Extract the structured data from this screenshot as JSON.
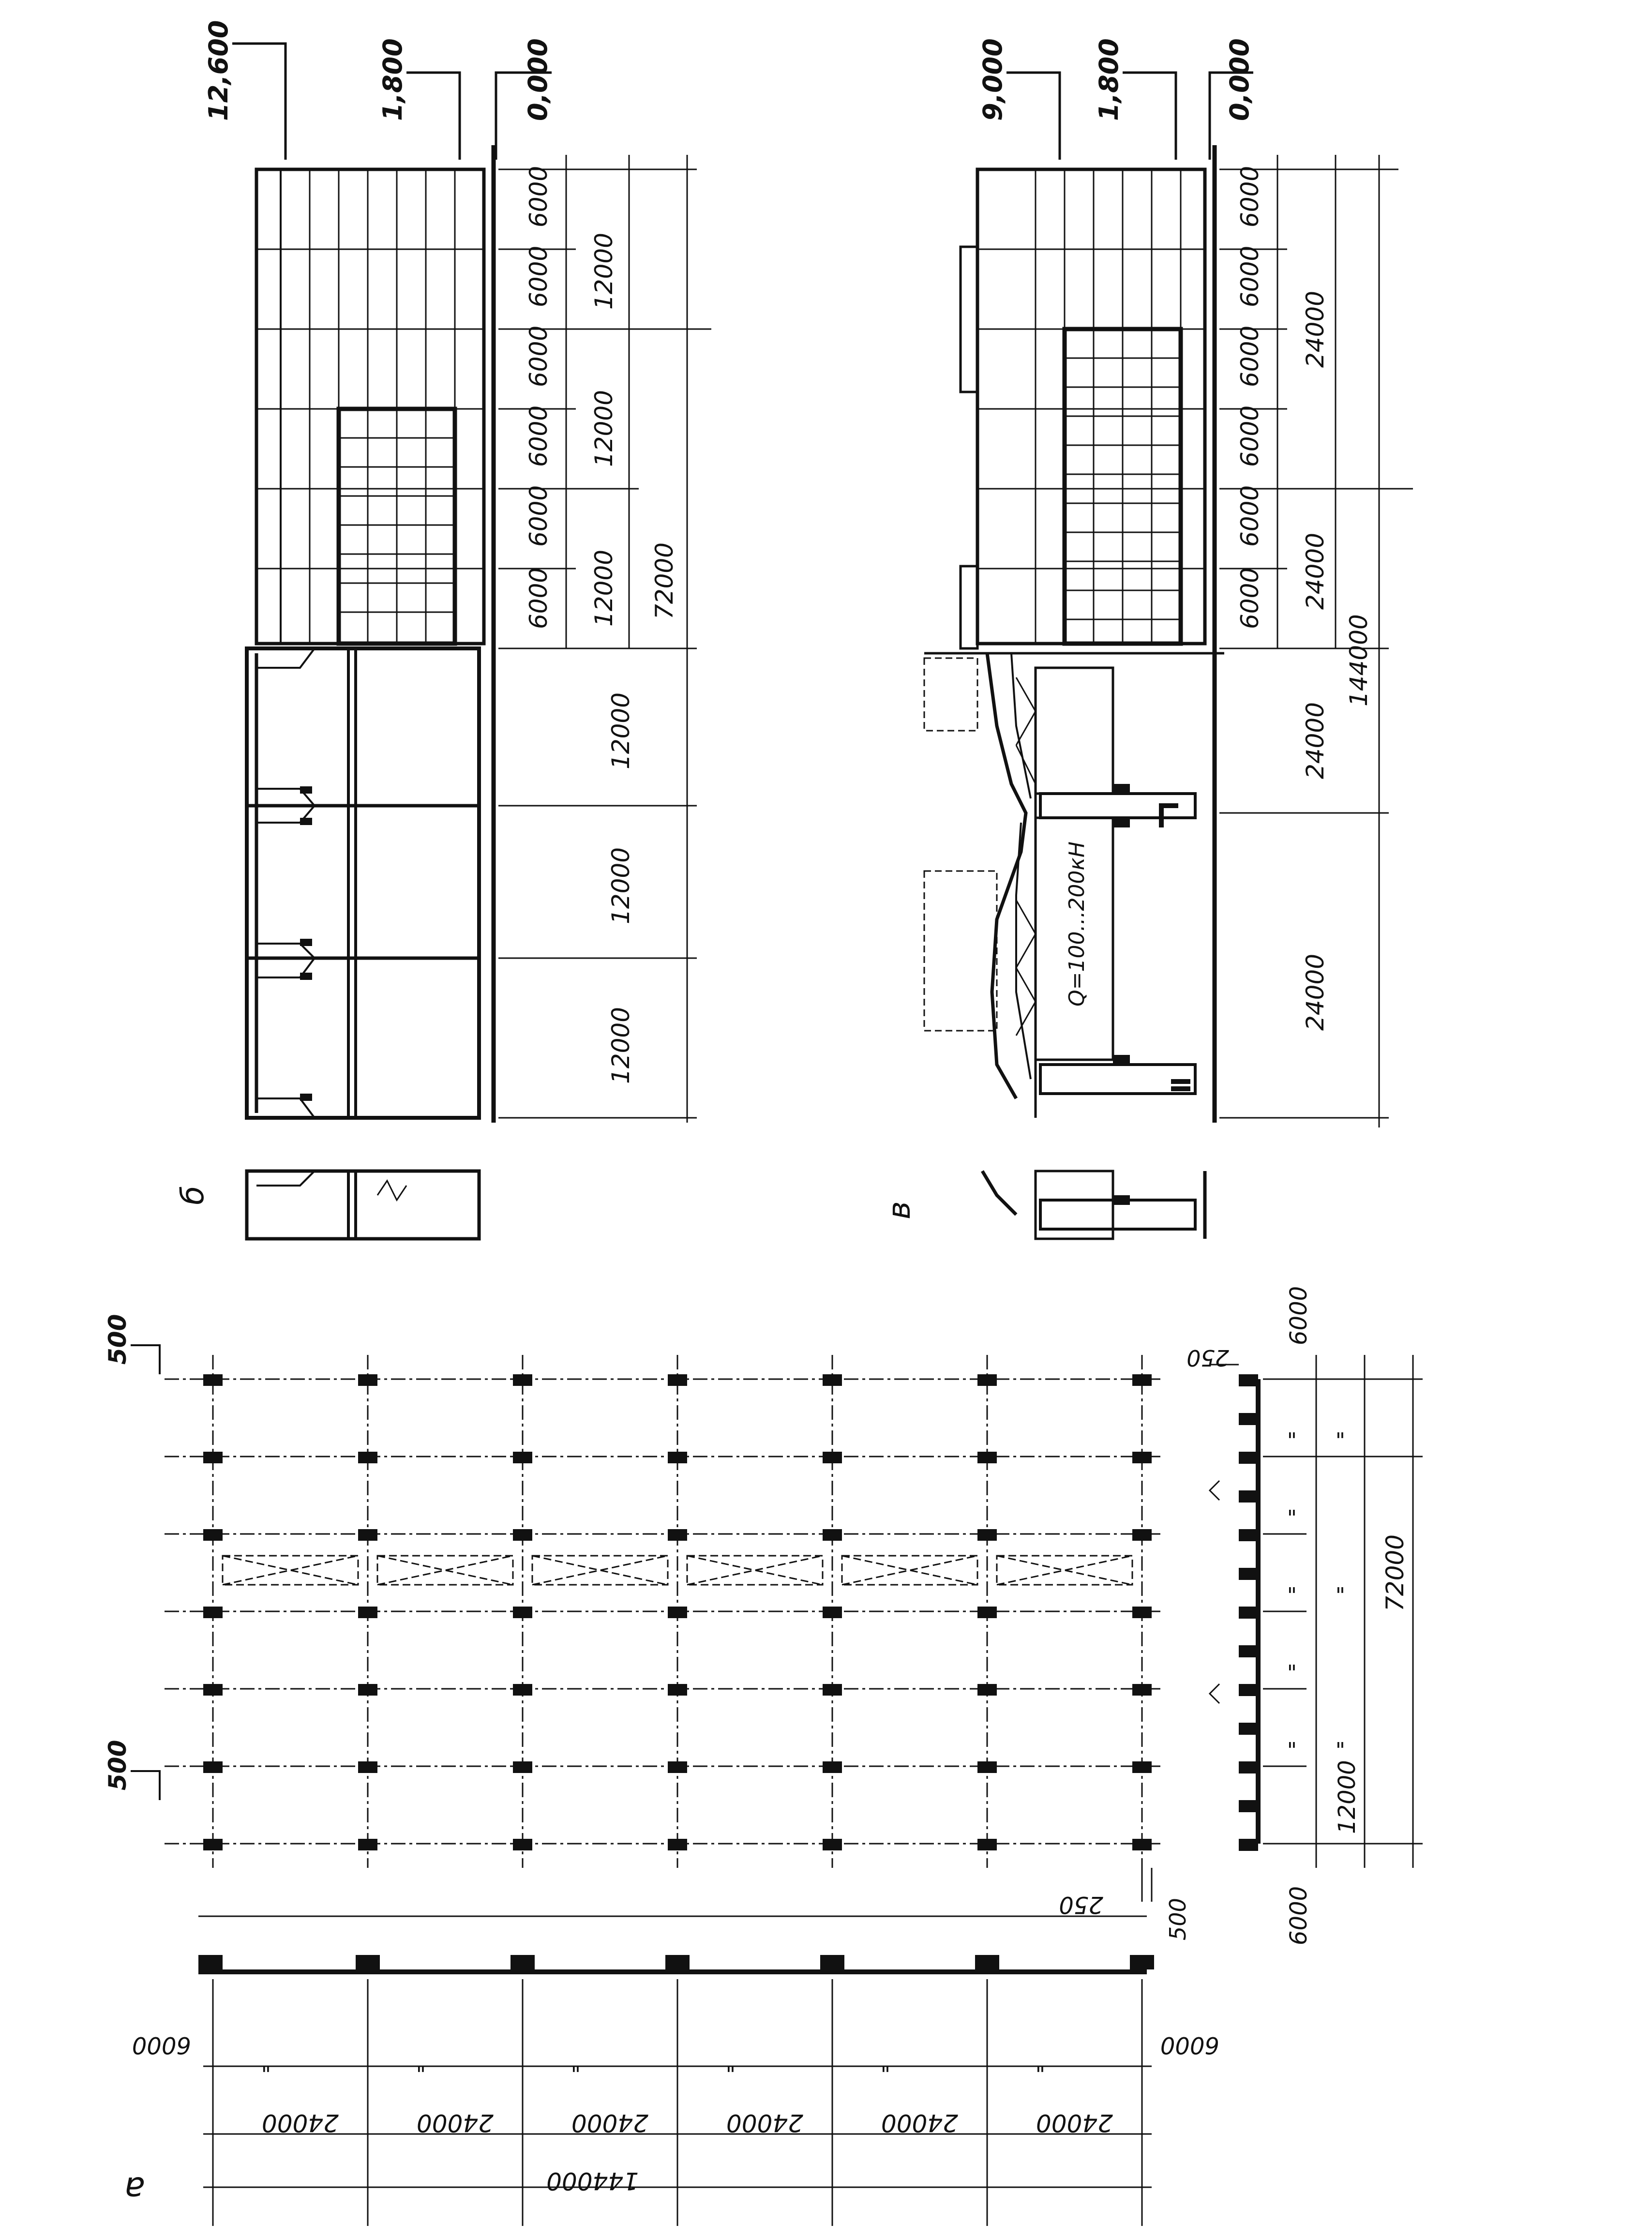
{
  "labels": {
    "section_a": "а",
    "section_b": "б",
    "section_v": "в"
  },
  "elevations": {
    "b": [
      "12,600",
      "1,800",
      "0,000"
    ],
    "v": [
      "9,000",
      "1,800",
      "0,000"
    ]
  },
  "plan_a": {
    "bottom": {
      "end_left": "6000",
      "end_right": "6000",
      "spans": [
        "24000",
        "24000",
        "24000",
        "24000",
        "24000",
        "24000"
      ],
      "total": "144000",
      "ditto": "\"",
      "edge_offset": "500"
    },
    "top": {
      "edge_offsets": [
        "500",
        "500"
      ],
      "offset_250": "250"
    },
    "right_strip": {
      "top_offset": "250",
      "end_top": "6000",
      "end_bottom": "6000",
      "span": "12000",
      "total": "72000",
      "ditto": "\""
    }
  },
  "section_b": {
    "bays_6000": [
      "6000",
      "6000",
      "6000",
      "6000",
      "6000",
      "6000"
    ],
    "bays_12000_upper": [
      "12000",
      "12000",
      "12000"
    ],
    "total_upper": "72000",
    "bays_12000_lower": [
      "12000",
      "12000",
      "12000"
    ]
  },
  "section_v": {
    "bays_6000": [
      "6000",
      "6000",
      "6000",
      "6000",
      "6000",
      "6000"
    ],
    "bays_24000_upper": [
      "24000",
      "24000"
    ],
    "bays_24000_lower": [
      "24000",
      "24000"
    ],
    "total": "144000",
    "crane_load": "Q=100...200кН"
  }
}
